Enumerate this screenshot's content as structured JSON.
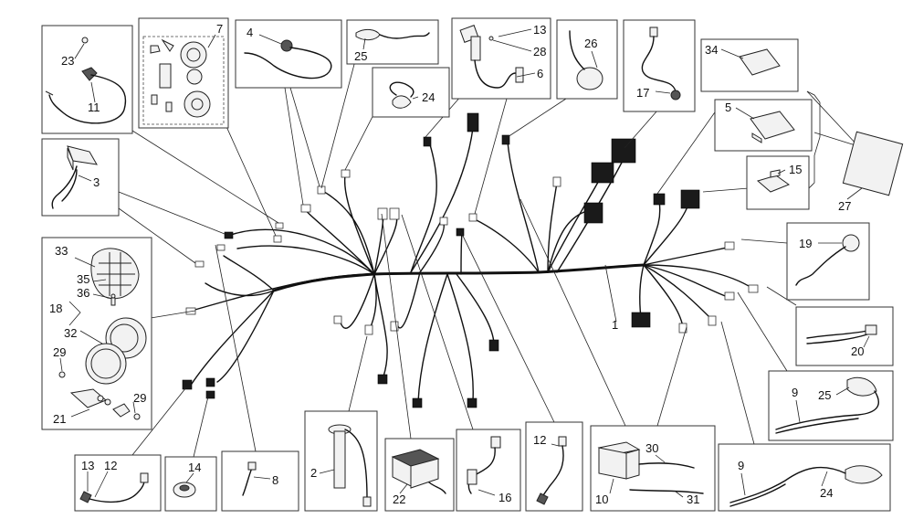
{
  "labels": {
    "l1": "1",
    "l2": "2",
    "l3": "3",
    "l4": "4",
    "l5": "5",
    "l6": "6",
    "l7": "7",
    "l8": "8",
    "l9a": "9",
    "l9b": "9",
    "l10": "10",
    "l11": "11",
    "l12a": "12",
    "l12b": "12",
    "l13a": "13",
    "l13b": "13",
    "l14": "14",
    "l15": "15",
    "l16": "16",
    "l17": "17",
    "l18": "18",
    "l19": "19",
    "l20": "20",
    "l21": "21",
    "l22": "22",
    "l23": "23",
    "l24a": "24",
    "l24b": "24",
    "l25a": "25",
    "l25b": "25",
    "l26": "26",
    "l27": "27",
    "l28": "28",
    "l29a": "29",
    "l29b": "29",
    "l30": "30",
    "l31": "31",
    "l32": "32",
    "l33": "33",
    "l34": "34",
    "l35": "35",
    "l36": "36"
  },
  "colors": {
    "line": "#111111",
    "box_border": "#333333",
    "background": "#ffffff"
  }
}
